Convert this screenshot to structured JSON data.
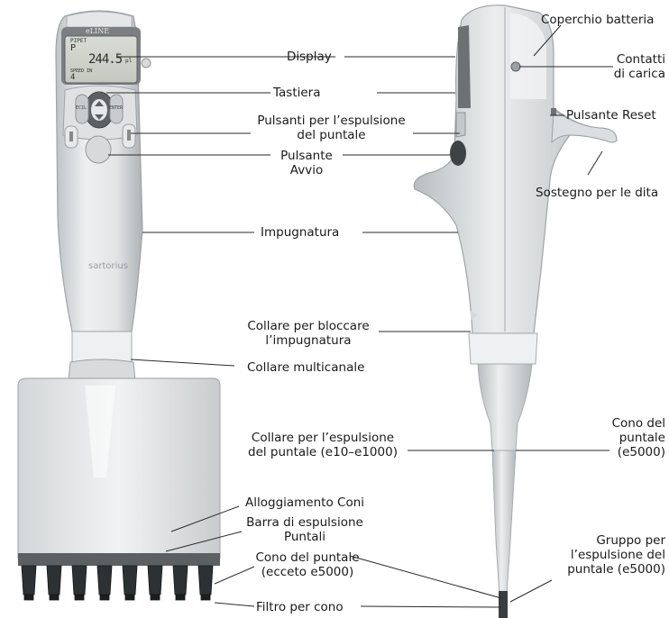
{
  "device": {
    "brand": "eLINE",
    "logo": "sartorius",
    "lcd": {
      "mode_label": "PIPET",
      "mode_letter": "P",
      "volume": "244.5",
      "unit": "µl",
      "speed_label": "SPEED IN",
      "speed_value": "4"
    },
    "buttons": {
      "left": "ECIL",
      "right": "ENTER"
    }
  },
  "labels": {
    "display": "Display",
    "tastiera": "Tastiera",
    "pulsanti_espulsione_1": "Pulsanti per l’espulsione",
    "pulsanti_espulsione_2": "del puntale",
    "pulsante_avvio_1": "Pulsante",
    "pulsante_avvio_2": "Avvio",
    "impugnatura": "Impugnatura",
    "collare_bloccare_1": "Collare per bloccare",
    "collare_bloccare_2": "l’impugnatura",
    "collare_multicanale": "Collare multicanale",
    "collare_espulsione_1": "Collare per l’espulsione",
    "collare_espulsione_2": "del puntale (e10–e1000)",
    "alloggiamento_coni": "Alloggiamento Coni",
    "barra_espulsione_1": "Barra di espulsione",
    "barra_espulsione_2": "Puntali",
    "cono_puntale_left_1": "Cono del puntale",
    "cono_puntale_left_2": "(ecceto e5000)",
    "filtro_cono": "Filtro per cono",
    "coperchio_batteria": "Coperchio batteria",
    "contatti_1": "Contatti",
    "contatti_2": "di carica",
    "pulsante_reset": "Pulsante Reset",
    "sostegno_dita": "Sostegno per le dita",
    "cono_puntale_right_1": "Cono del",
    "cono_puntale_right_2": "puntale",
    "cono_puntale_right_3": "(e5000)",
    "gruppo_1": "Gruppo per",
    "gruppo_2": "l’espulsione del",
    "gruppo_3": "puntale (e5000)"
  }
}
